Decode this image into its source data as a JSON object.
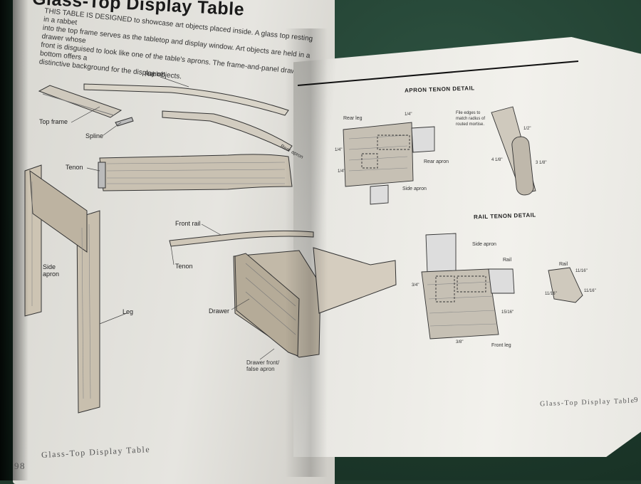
{
  "left_page": {
    "title": "Glass-Top Display Table",
    "intro": [
      "THIS TABLE IS DESIGNED to showcase art objects placed inside. A glass top resting in a rabbet",
      "into the top frame serves as the tabletop and display window. Art objects are held in a drawer whose",
      "front is disguised to look like one of the table's aprons. The frame-and-panel drawer bottom offers a",
      "distinctive background for the display objects."
    ],
    "labels": {
      "rabbet": "Rabbet",
      "top_frame": "Top frame",
      "spline": "Spline",
      "tenon_top": "Tenon",
      "rear_apron": "Rear apron",
      "front_rail": "Front rail",
      "tenon_bottom": "Tenon",
      "side_apron": "Side apron",
      "leg": "Leg",
      "drawer": "Drawer",
      "drawer_front": "Drawer front/ false apron"
    },
    "page_number": "98",
    "running_head": "Glass-Top Display Table"
  },
  "right_page": {
    "apron_tenon_detail": {
      "heading": "APRON TENON DETAIL",
      "rear_leg": "Rear leg",
      "rear_apron": "Rear apron",
      "side_apron": "Side apron",
      "file_note": "File edges to match radius of routed mortise.",
      "dims": [
        "1/4\"",
        "1/4\"",
        "1/4\"",
        "1/2\"",
        "4 1/8\"",
        "3 1/8\""
      ]
    },
    "rail_tenon_detail": {
      "heading": "RAIL TENON DETAIL",
      "side_apron": "Side apron",
      "rail": "Rail",
      "rail_small": "Rail",
      "front_leg": "Front leg",
      "dims": [
        "3/4\"",
        "15/16\"",
        "3/8\"",
        "11/16\"",
        "11/16\"",
        "11/16\""
      ]
    },
    "running_head": "Glass-Top Display Table",
    "page_number": "9"
  }
}
